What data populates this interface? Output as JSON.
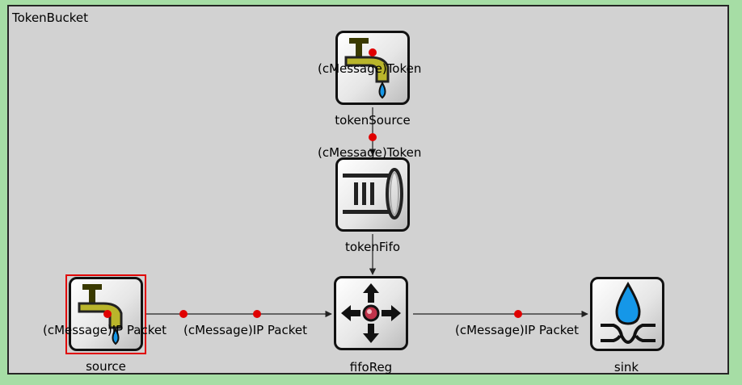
{
  "network": {
    "title": "TokenBucket"
  },
  "modules": {
    "tokenSource": {
      "label": "tokenSource",
      "icon": "faucet-icon"
    },
    "tokenFifo": {
      "label": "tokenFifo",
      "icon": "queue-icon"
    },
    "source": {
      "label": "source",
      "icon": "faucet-icon",
      "selected": true
    },
    "fifoReg": {
      "label": "fifoReg",
      "icon": "router-arrows-icon"
    },
    "sink": {
      "label": "sink",
      "icon": "sink-drop-icon"
    }
  },
  "messages": {
    "token_at_source": "(cMessage)Token",
    "token_in_transit": "(cMessage)Token",
    "ip_at_source": "(cMessage)IP Packet",
    "ip_to_fifo": "(cMessage)IP Packet",
    "ip_to_sink": "(cMessage)IP Packet"
  },
  "colors": {
    "canvas": "#a6dda5",
    "compound": "#d2d2d2",
    "message_dot": "#e00000",
    "selection": "#e00000"
  }
}
